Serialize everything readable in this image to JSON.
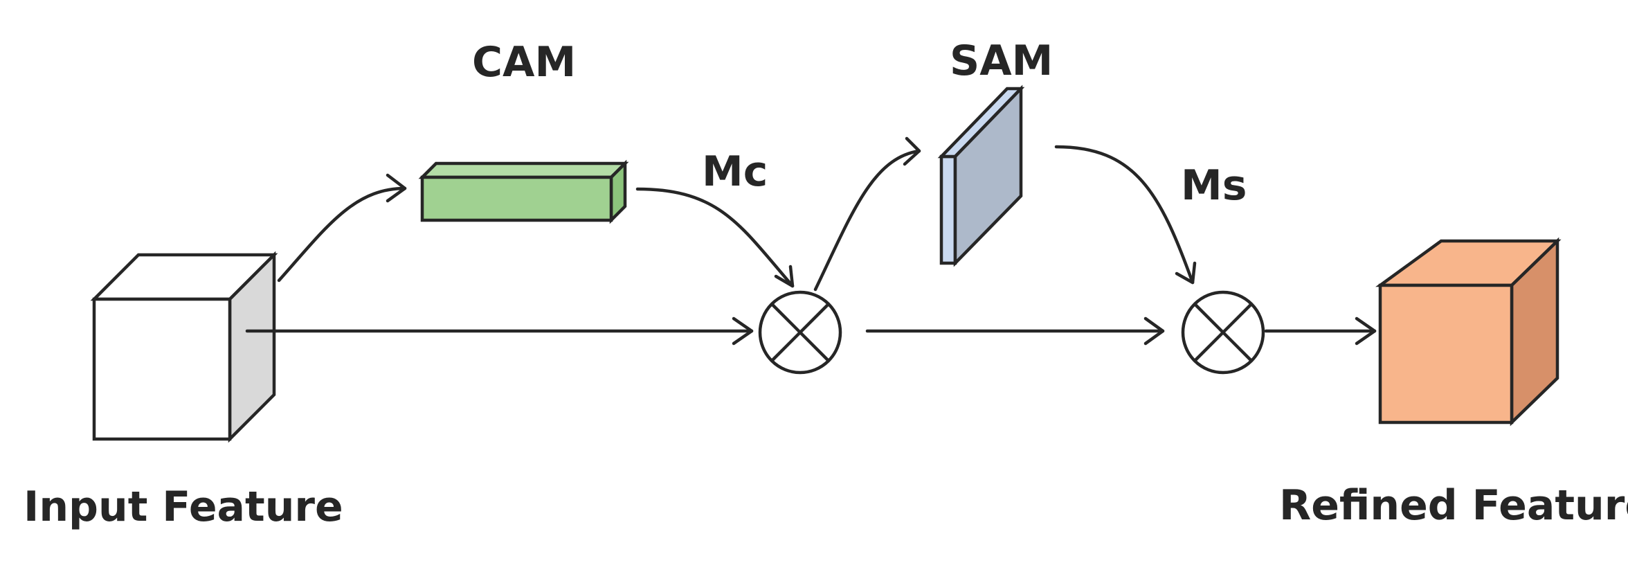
{
  "nodes": {
    "input_feature": {
      "label": "Input Feature",
      "face_color": "#ffffff",
      "side_color": "#d9d9d9",
      "top_color": "#ffffff"
    },
    "cam": {
      "label": "CAM",
      "face_color": "#a0d191",
      "side_color": "#8cc47c",
      "top_color": "#b3dca6"
    },
    "sam": {
      "label": "SAM",
      "face_color": "#adb9ca",
      "side_color": "#c9d9f0",
      "top_color": "#c9d9f0"
    },
    "refined_feature": {
      "label": "Refined Feature",
      "face_color": "#f8b58b",
      "side_color": "#d79069",
      "top_color": "#f8b58b"
    }
  },
  "edges": {
    "mc": {
      "label": "Mc"
    },
    "ms": {
      "label": "Ms"
    }
  },
  "operators": {
    "multiply_1": {
      "symbol": "⊗"
    },
    "multiply_2": {
      "symbol": "⊗"
    }
  }
}
